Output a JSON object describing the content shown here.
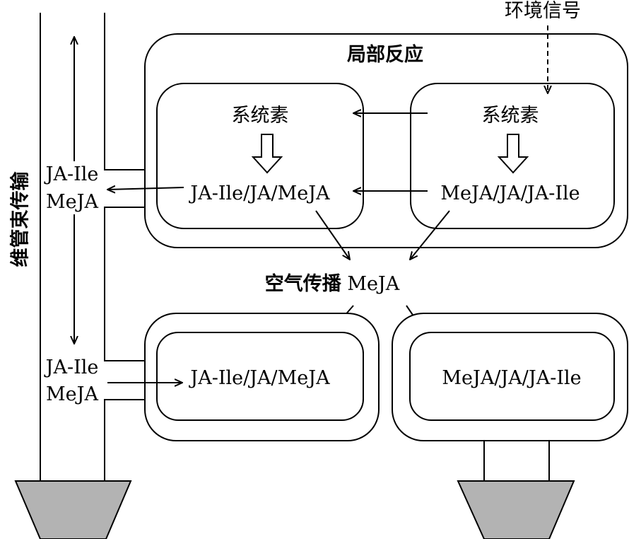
{
  "vascular_label": "维管束传输",
  "env_signal": "环境信号",
  "local_response_title": "局部反应",
  "top_left_box": {
    "systemin": "系统素",
    "compounds": "JA-Ile/JA/MeJA"
  },
  "top_right_box": {
    "systemin": "系统素",
    "compounds": "MeJA/JA/JA-Ile"
  },
  "airborne": {
    "label": "空气传播",
    "compound": "MeJA"
  },
  "side_label_upper": {
    "line1": "JA-Ile",
    "line2": "MeJA"
  },
  "side_label_lower": {
    "line1": "JA-Ile",
    "line2": "MeJA"
  },
  "bottom_left_box": {
    "compounds": "JA-Ile/JA/MeJA"
  },
  "bottom_right_box": {
    "compounds": "MeJA/JA/JA-Ile"
  }
}
